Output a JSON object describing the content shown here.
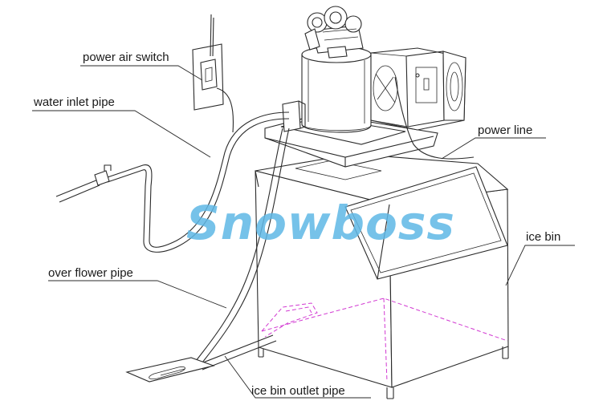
{
  "labels": {
    "power_air_switch": "power air switch",
    "water_inlet_pipe": "water inlet pipe",
    "power_line": "power line",
    "ice_bin": "ice bin",
    "over_flower_pipe": "over flower pipe",
    "ice_bin_outlet_pipe": "ice bin outlet pipe"
  },
  "watermark": "Snowboss",
  "colors": {
    "watermark": "#5fb8e6",
    "line": "#2a2a2a",
    "dashed_outline": "#d23ad2",
    "background": "#ffffff"
  }
}
